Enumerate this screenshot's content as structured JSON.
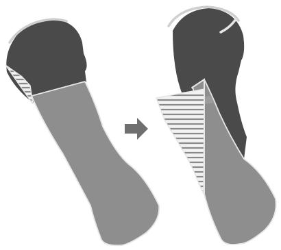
{
  "colors": {
    "background": "#ffffff",
    "bone_head": "#4a4a4a",
    "bone_head_outline": "#3a3a3a",
    "cartilage_cap": "#cfcfcf",
    "shaft": "#8e8e8e",
    "shaft_highlight": "#9c9c9c",
    "outline": "#e6e6e6",
    "hatch_line": "#8a8a8a",
    "hatch_fill": "#f2f2f2",
    "arrow": "#6f6f6f"
  },
  "panels": [
    {
      "stage": "before",
      "parts": [
        "humeral-head",
        "articular-cartilage",
        "bone-shaft",
        "hatched-region"
      ]
    },
    {
      "stage": "after",
      "parts": [
        "humeral-head",
        "articular-cartilage",
        "bone-shaft",
        "hatched-wedge",
        "fracture-line"
      ]
    }
  ],
  "transition": {
    "icon": "right-arrow-icon",
    "direction": "left-to-right"
  }
}
